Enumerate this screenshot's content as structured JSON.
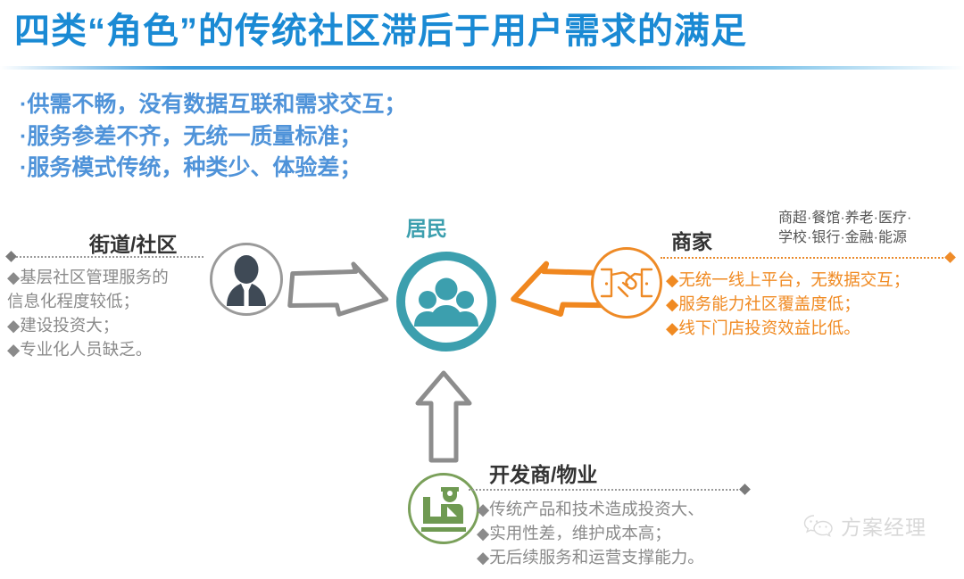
{
  "slide": {
    "title": "四类“角色”的传统社区滞后于用户需求的满足",
    "title_color": "#1a8ad4"
  },
  "bullets": [
    "·供需不畅，没有数据互联和需求交互；",
    "·服务参差不齐，无统一质量标准；",
    "·服务模式传统，种类少、体验差；"
  ],
  "diagram": {
    "center": {
      "label": "居民",
      "color": "#3c9fae",
      "icon": "people-group-icon"
    },
    "street": {
      "heading": "街道/社区",
      "color": "#8a8a8a",
      "icon": "person-avatar-icon",
      "points": [
        "◆基层社区管理服务的",
        "信息化程度较低；",
        "◆建设投资大；",
        "◆专业化人员缺乏。"
      ]
    },
    "merchant": {
      "heading": "商家",
      "color": "#f08a22",
      "icon": "handshake-icon",
      "categories": [
        "商超·餐馆·养老·医疗·",
        "学校·银行·金融·能源"
      ],
      "points": [
        "◆无统一线上平台，无数据交互；",
        "◆服务能力社区覆盖度低；",
        "◆线下门店投资效益比低。"
      ]
    },
    "developer": {
      "heading": "开发商/物业",
      "color": "#7aa05a",
      "icon": "worker-desk-icon",
      "points": [
        "◆传统产品和技术造成投资大、",
        "◆实用性差，维护成本高；",
        "◆无后续服务和运营支撑能力。"
      ]
    },
    "arrows": {
      "street_to_center": "arrow-right-gray",
      "merchant_to_center": "arrow-left-orange",
      "developer_to_center": "arrow-up-gray"
    }
  },
  "watermark": {
    "text": "方案经理",
    "icon": "wechat-icon"
  }
}
